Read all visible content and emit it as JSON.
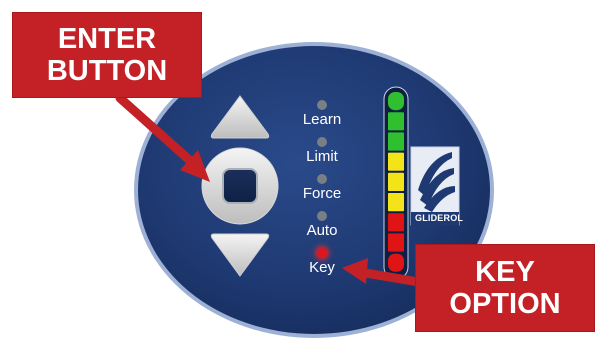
{
  "callouts": {
    "enter": [
      "ENTER",
      "BUTTON"
    ],
    "key": [
      "KEY",
      "OPTION"
    ]
  },
  "panel": {
    "background_color": "#1f3a73",
    "buttons": {
      "up": "up-arrow-icon",
      "enter": "square-enter-icon",
      "down": "down-arrow-icon"
    },
    "indicators": [
      {
        "label": "Learn",
        "state": "off",
        "color": "#7a7f86"
      },
      {
        "label": "Limit",
        "state": "off",
        "color": "#7a7f86"
      },
      {
        "label": "Force",
        "state": "off",
        "color": "#7a7f86"
      },
      {
        "label": "Auto",
        "state": "off",
        "color": "#7a7f86"
      },
      {
        "label": "Key",
        "state": "on",
        "color": "#e1141d"
      }
    ],
    "level_bar": {
      "segments": [
        "green",
        "green",
        "green",
        "yellow",
        "yellow",
        "yellow",
        "red",
        "red",
        "red"
      ],
      "colors": {
        "green": "#2fbf2f",
        "yellow": "#f3e41a",
        "red": "#e01414"
      }
    },
    "brand": "GLIDEROL"
  },
  "accent_color": "#c42127"
}
